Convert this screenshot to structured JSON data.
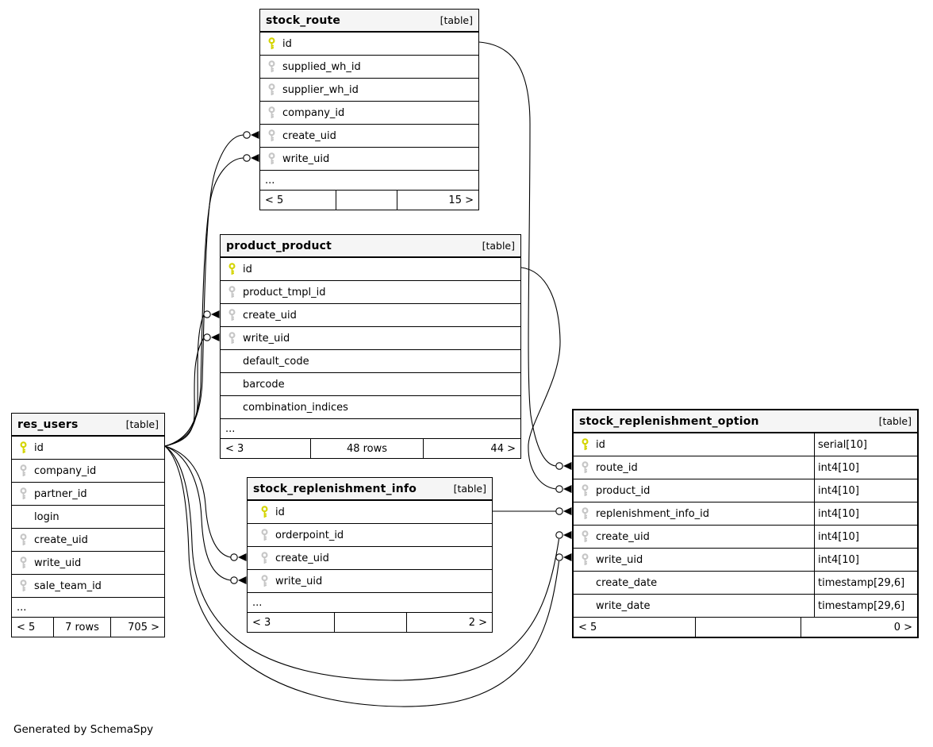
{
  "diagram": {
    "generator_note": "Generated by SchemaSpy",
    "colors": {
      "pk_key": "#d4d400",
      "fk_key": "#c6c6c6",
      "header_bg": "#f5f5f5",
      "line": "#000000"
    },
    "tables": [
      {
        "id": "stock_route",
        "title": "stock_route",
        "badge": "[table]",
        "columns": [
          {
            "name": "id",
            "key": "pk"
          },
          {
            "name": "supplied_wh_id",
            "key": "fk"
          },
          {
            "name": "supplier_wh_id",
            "key": "fk"
          },
          {
            "name": "company_id",
            "key": "fk"
          },
          {
            "name": "create_uid",
            "key": "fk"
          },
          {
            "name": "write_uid",
            "key": "fk"
          }
        ],
        "truncated_label": "...",
        "footer": {
          "left": "< 5",
          "center": "",
          "right": "15 >"
        }
      },
      {
        "id": "product_product",
        "title": "product_product",
        "badge": "[table]",
        "columns": [
          {
            "name": "id",
            "key": "pk"
          },
          {
            "name": "product_tmpl_id",
            "key": "fk"
          },
          {
            "name": "create_uid",
            "key": "fk"
          },
          {
            "name": "write_uid",
            "key": "fk"
          },
          {
            "name": "default_code",
            "key": "none"
          },
          {
            "name": "barcode",
            "key": "none"
          },
          {
            "name": "combination_indices",
            "key": "none"
          }
        ],
        "truncated_label": "...",
        "footer": {
          "left": "< 3",
          "center": "48 rows",
          "right": "44 >"
        }
      },
      {
        "id": "res_users",
        "title": "res_users",
        "badge": "[table]",
        "columns": [
          {
            "name": "id",
            "key": "pk"
          },
          {
            "name": "company_id",
            "key": "fk"
          },
          {
            "name": "partner_id",
            "key": "fk"
          },
          {
            "name": "login",
            "key": "none"
          },
          {
            "name": "create_uid",
            "key": "fk"
          },
          {
            "name": "write_uid",
            "key": "fk"
          },
          {
            "name": "sale_team_id",
            "key": "fk"
          }
        ],
        "truncated_label": "...",
        "footer": {
          "left": "< 5",
          "center": "7 rows",
          "right": "705 >"
        }
      },
      {
        "id": "stock_replenishment_info",
        "title": "stock_replenishment_info",
        "badge": "[table]",
        "columns": [
          {
            "name": "id",
            "key": "pk"
          },
          {
            "name": "orderpoint_id",
            "key": "fk"
          },
          {
            "name": "create_uid",
            "key": "fk"
          },
          {
            "name": "write_uid",
            "key": "fk"
          }
        ],
        "truncated_label": "...",
        "footer": {
          "left": "< 3",
          "center": "",
          "right": "2 >"
        }
      },
      {
        "id": "stock_replenishment_option",
        "title": "stock_replenishment_option",
        "badge": "[table]",
        "columns": [
          {
            "name": "id",
            "key": "pk",
            "type": "serial[10]"
          },
          {
            "name": "route_id",
            "key": "fk",
            "type": "int4[10]"
          },
          {
            "name": "product_id",
            "key": "fk",
            "type": "int4[10]"
          },
          {
            "name": "replenishment_info_id",
            "key": "fk",
            "type": "int4[10]"
          },
          {
            "name": "create_uid",
            "key": "fk",
            "type": "int4[10]"
          },
          {
            "name": "write_uid",
            "key": "fk",
            "type": "int4[10]"
          },
          {
            "name": "create_date",
            "key": "none",
            "type": "timestamp[29,6]"
          },
          {
            "name": "write_date",
            "key": "none",
            "type": "timestamp[29,6]"
          }
        ],
        "footer": {
          "left": "< 5",
          "center": "",
          "right": "0 >"
        }
      }
    ],
    "relationships": [
      {
        "fk": "stock_route.create_uid",
        "pk": "res_users.id"
      },
      {
        "fk": "stock_route.write_uid",
        "pk": "res_users.id"
      },
      {
        "fk": "product_product.create_uid",
        "pk": "res_users.id"
      },
      {
        "fk": "product_product.write_uid",
        "pk": "res_users.id"
      },
      {
        "fk": "stock_replenishment_info.create_uid",
        "pk": "res_users.id"
      },
      {
        "fk": "stock_replenishment_info.write_uid",
        "pk": "res_users.id"
      },
      {
        "fk": "stock_replenishment_option.create_uid",
        "pk": "res_users.id"
      },
      {
        "fk": "stock_replenishment_option.write_uid",
        "pk": "res_users.id"
      },
      {
        "fk": "stock_replenishment_option.route_id",
        "pk": "stock_route.id"
      },
      {
        "fk": "stock_replenishment_option.product_id",
        "pk": "product_product.id"
      },
      {
        "fk": "stock_replenishment_option.replenishment_info_id",
        "pk": "stock_replenishment_info.id"
      }
    ]
  }
}
